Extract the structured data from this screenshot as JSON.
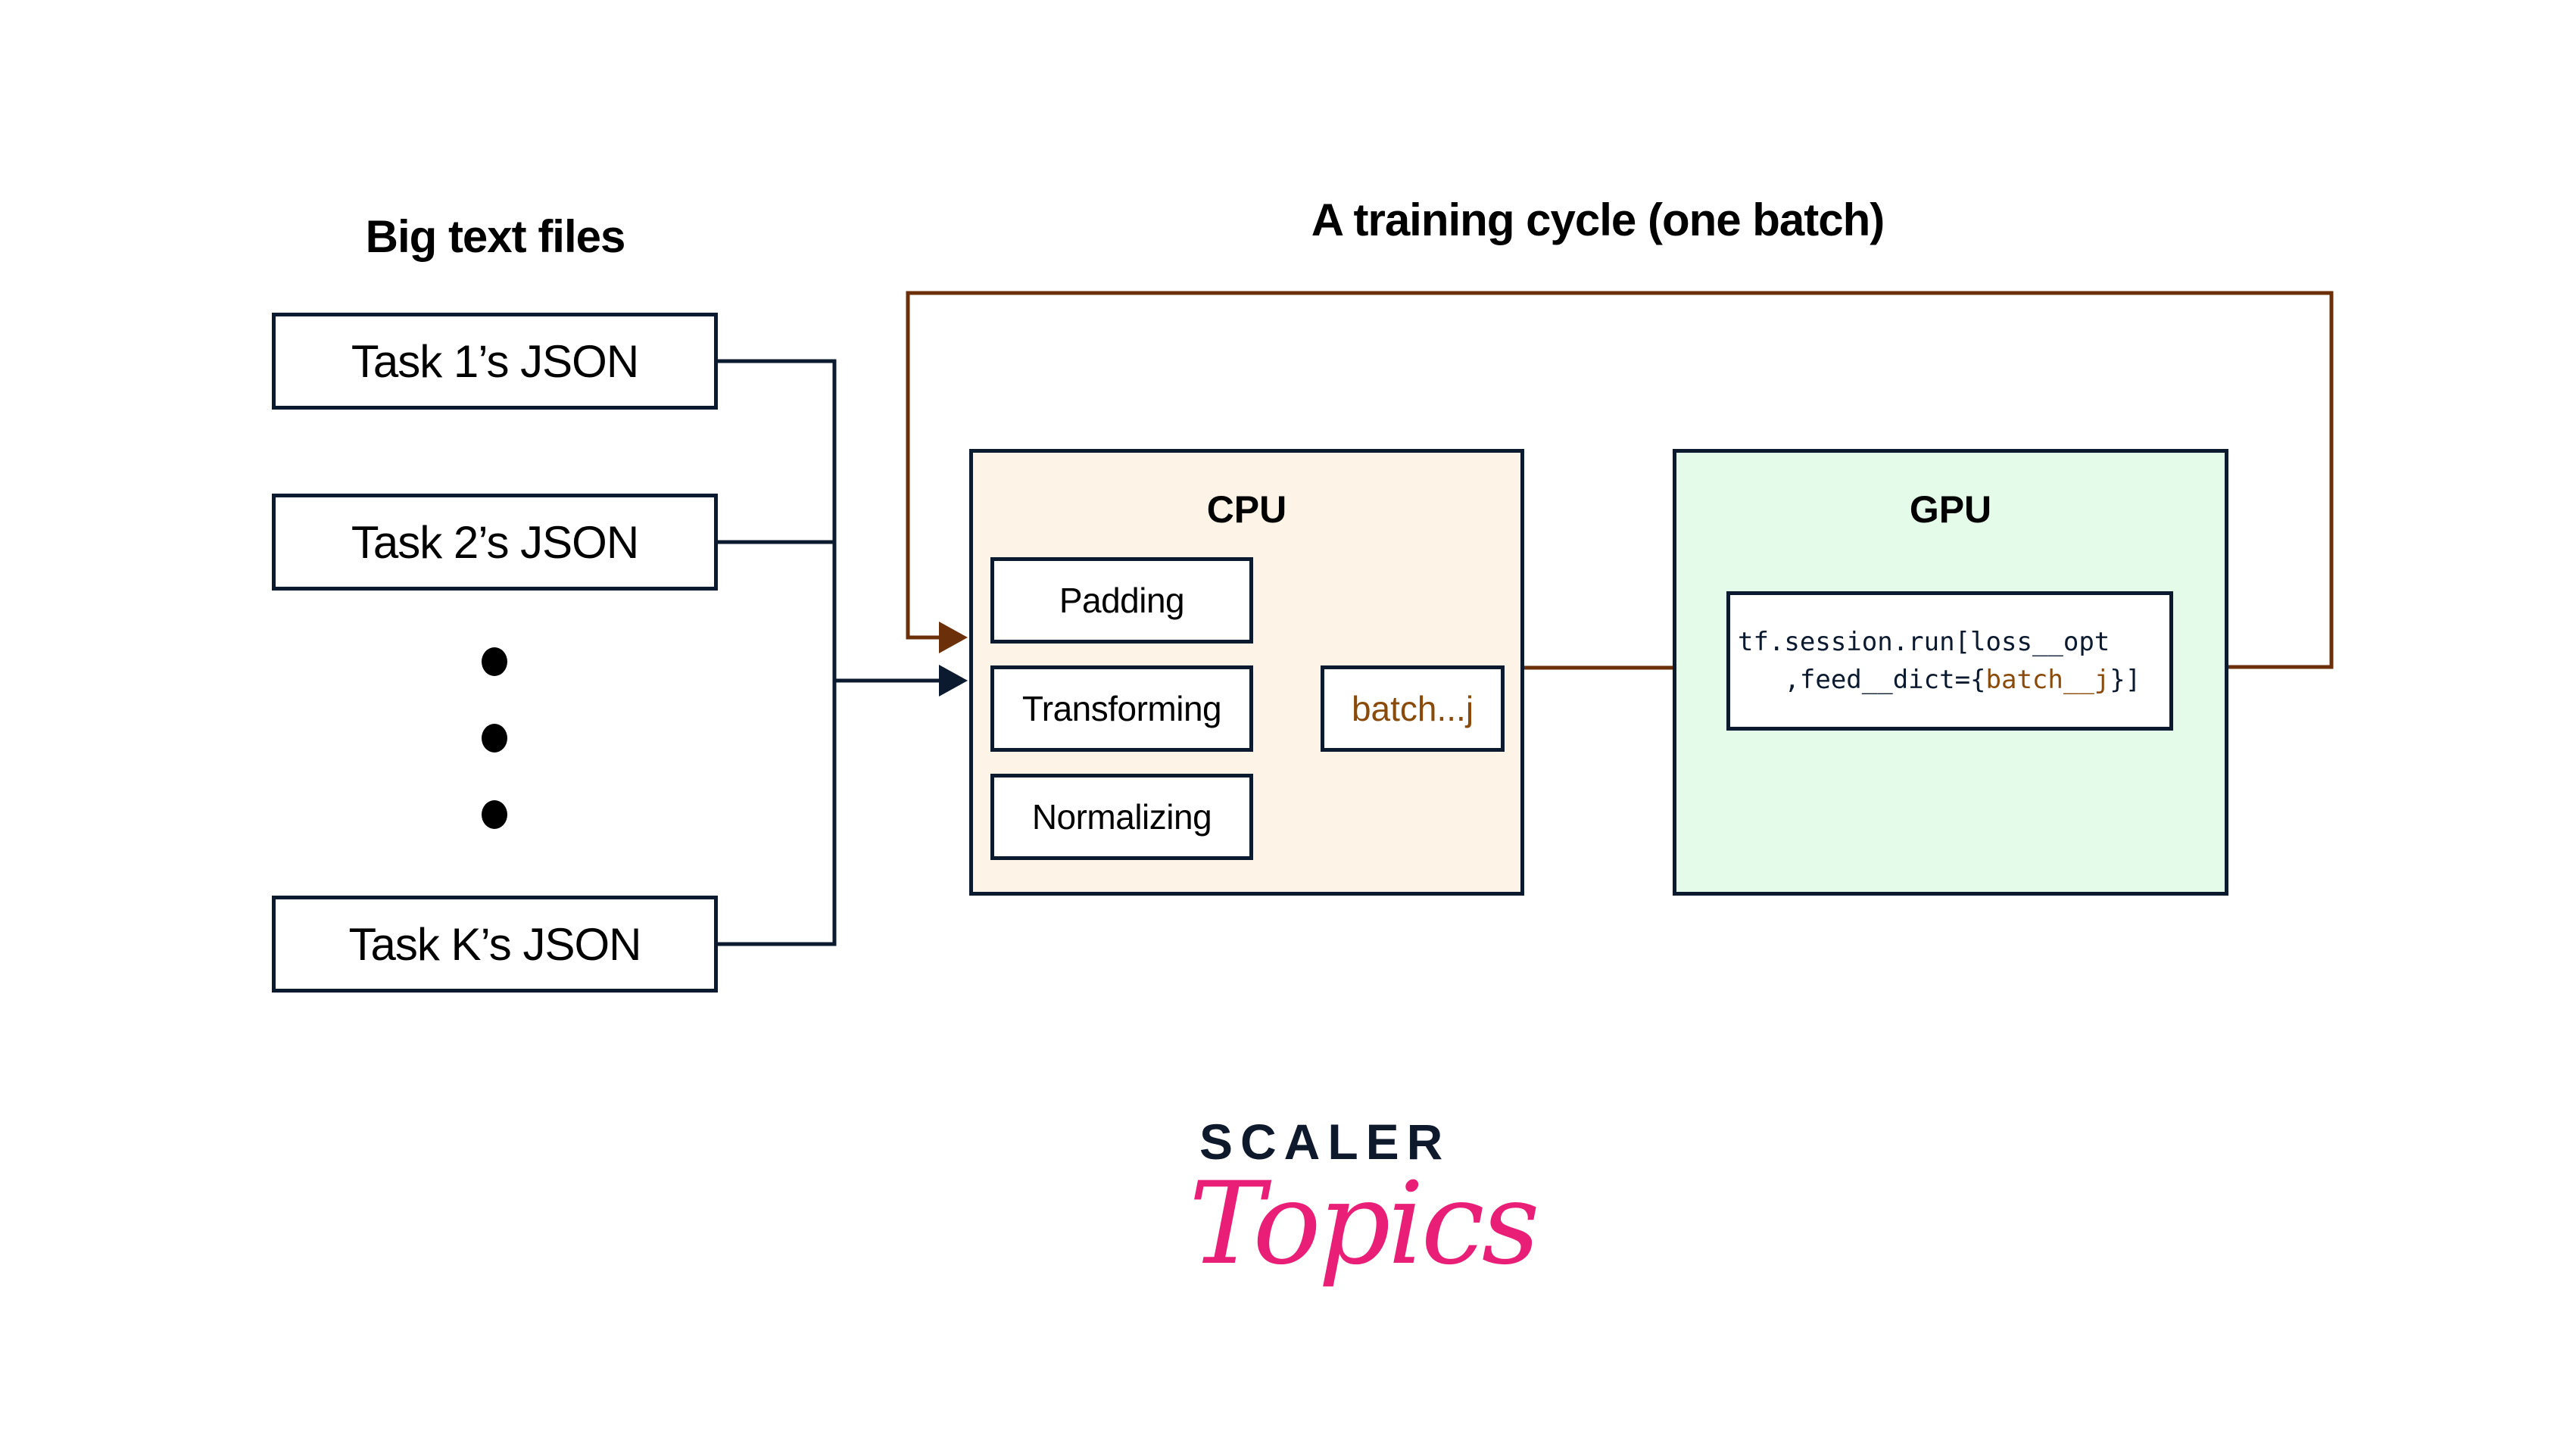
{
  "left_section": {
    "title": "Big text files",
    "tasks": [
      {
        "label": "Task 1’s JSON"
      },
      {
        "label": "Task 2’s JSON"
      },
      {
        "label": "Task K’s JSON"
      }
    ],
    "ellipsis": "vertical-dots"
  },
  "cycle_section": {
    "title": "A training cycle (one batch)"
  },
  "cpu": {
    "title": "CPU",
    "stages": [
      {
        "label": "Padding"
      },
      {
        "label": "Transforming"
      },
      {
        "label": "Normalizing"
      }
    ],
    "output_label": "batch...j"
  },
  "gpu": {
    "title": "GPU",
    "code": {
      "line1": "tf.session.run[loss__opt",
      "line2_prefix": "   ,feed__dict={",
      "line2_highlight": "batch__j",
      "line2_suffix": "}]"
    }
  },
  "logo": {
    "top": "SCALER",
    "bottom": "Topics"
  },
  "colors": {
    "line_dark": "#0b1a2e",
    "loop_brown": "#6b2f0a",
    "cpu_fill": "#fdf3e6",
    "gpu_fill": "#e3fbe8",
    "highlight_text": "#8a4a0a",
    "logo_pink": "#e91e77",
    "logo_dark": "#0e1a2b"
  }
}
